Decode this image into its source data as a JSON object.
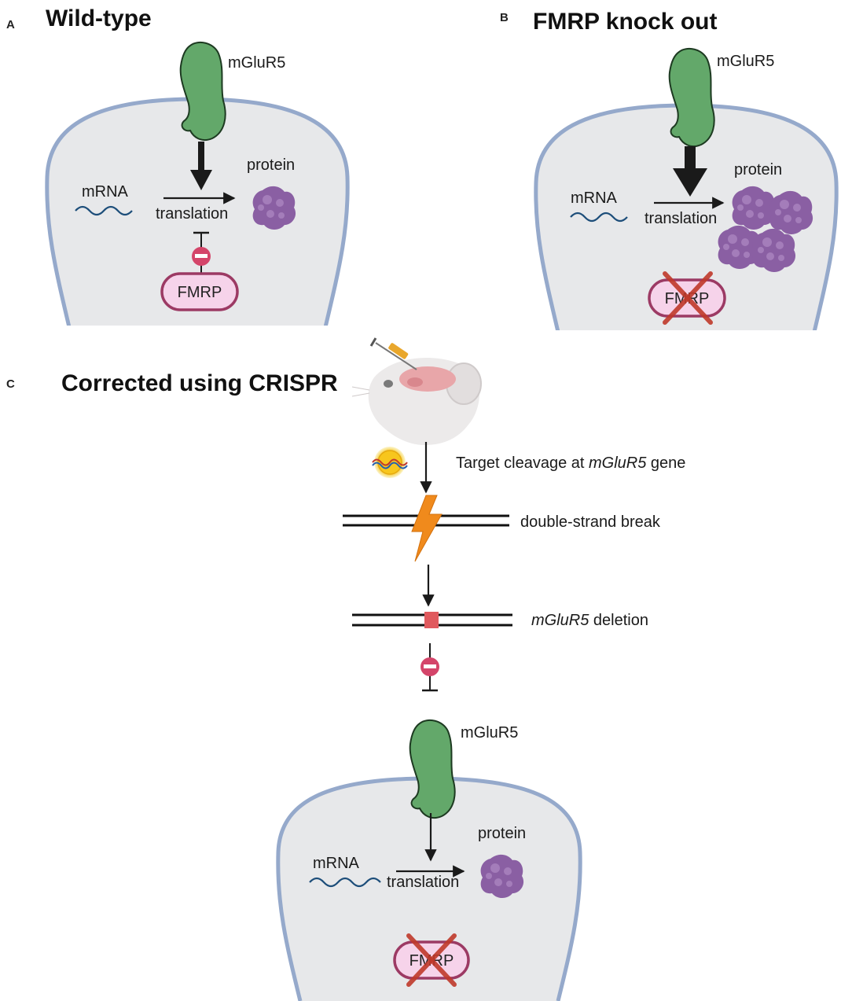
{
  "panels": {
    "a": {
      "letter": "A",
      "title": "Wild-type",
      "receptor": "mGluR5",
      "protein": "protein",
      "mrna": "mRNA",
      "translation": "translation",
      "fmrp": "FMRP"
    },
    "b": {
      "letter": "B",
      "title": "FMRP knock out",
      "receptor": "mGluR5",
      "protein": "protein",
      "mrna": "mRNA",
      "translation": "translation",
      "fmrp": "FMRP"
    },
    "c": {
      "letter": "C",
      "title": "Corrected using CRISPR",
      "step1_prefix": "Target cleavage at ",
      "step1_gene": "mGluR5",
      "step1_suffix": " gene",
      "step2": "double-strand break",
      "step3_gene": "mGluR5",
      "step3_suffix": " deletion",
      "receptor": "mGluR5",
      "protein": "protein",
      "mrna": "mRNA",
      "translation": "translation",
      "fmrp": "FMRP"
    }
  },
  "colors": {
    "cell_fill": "#e7e8ea",
    "cell_membrane": "#95a9cb",
    "receptor": "#63a86a",
    "protein": "#8a5fa3",
    "fmrp_fill": "#f6d3ea",
    "fmrp_border": "#9c3a64",
    "knockout_x": "#c0392b",
    "inhibitor": "#d4456a",
    "lightning": "#f08a1c"
  },
  "icons": [
    "syringe-icon",
    "mouse-head-icon",
    "crispr-particle-icon",
    "lightning-icon",
    "inhibitor-icon",
    "x-mark-icon"
  ]
}
